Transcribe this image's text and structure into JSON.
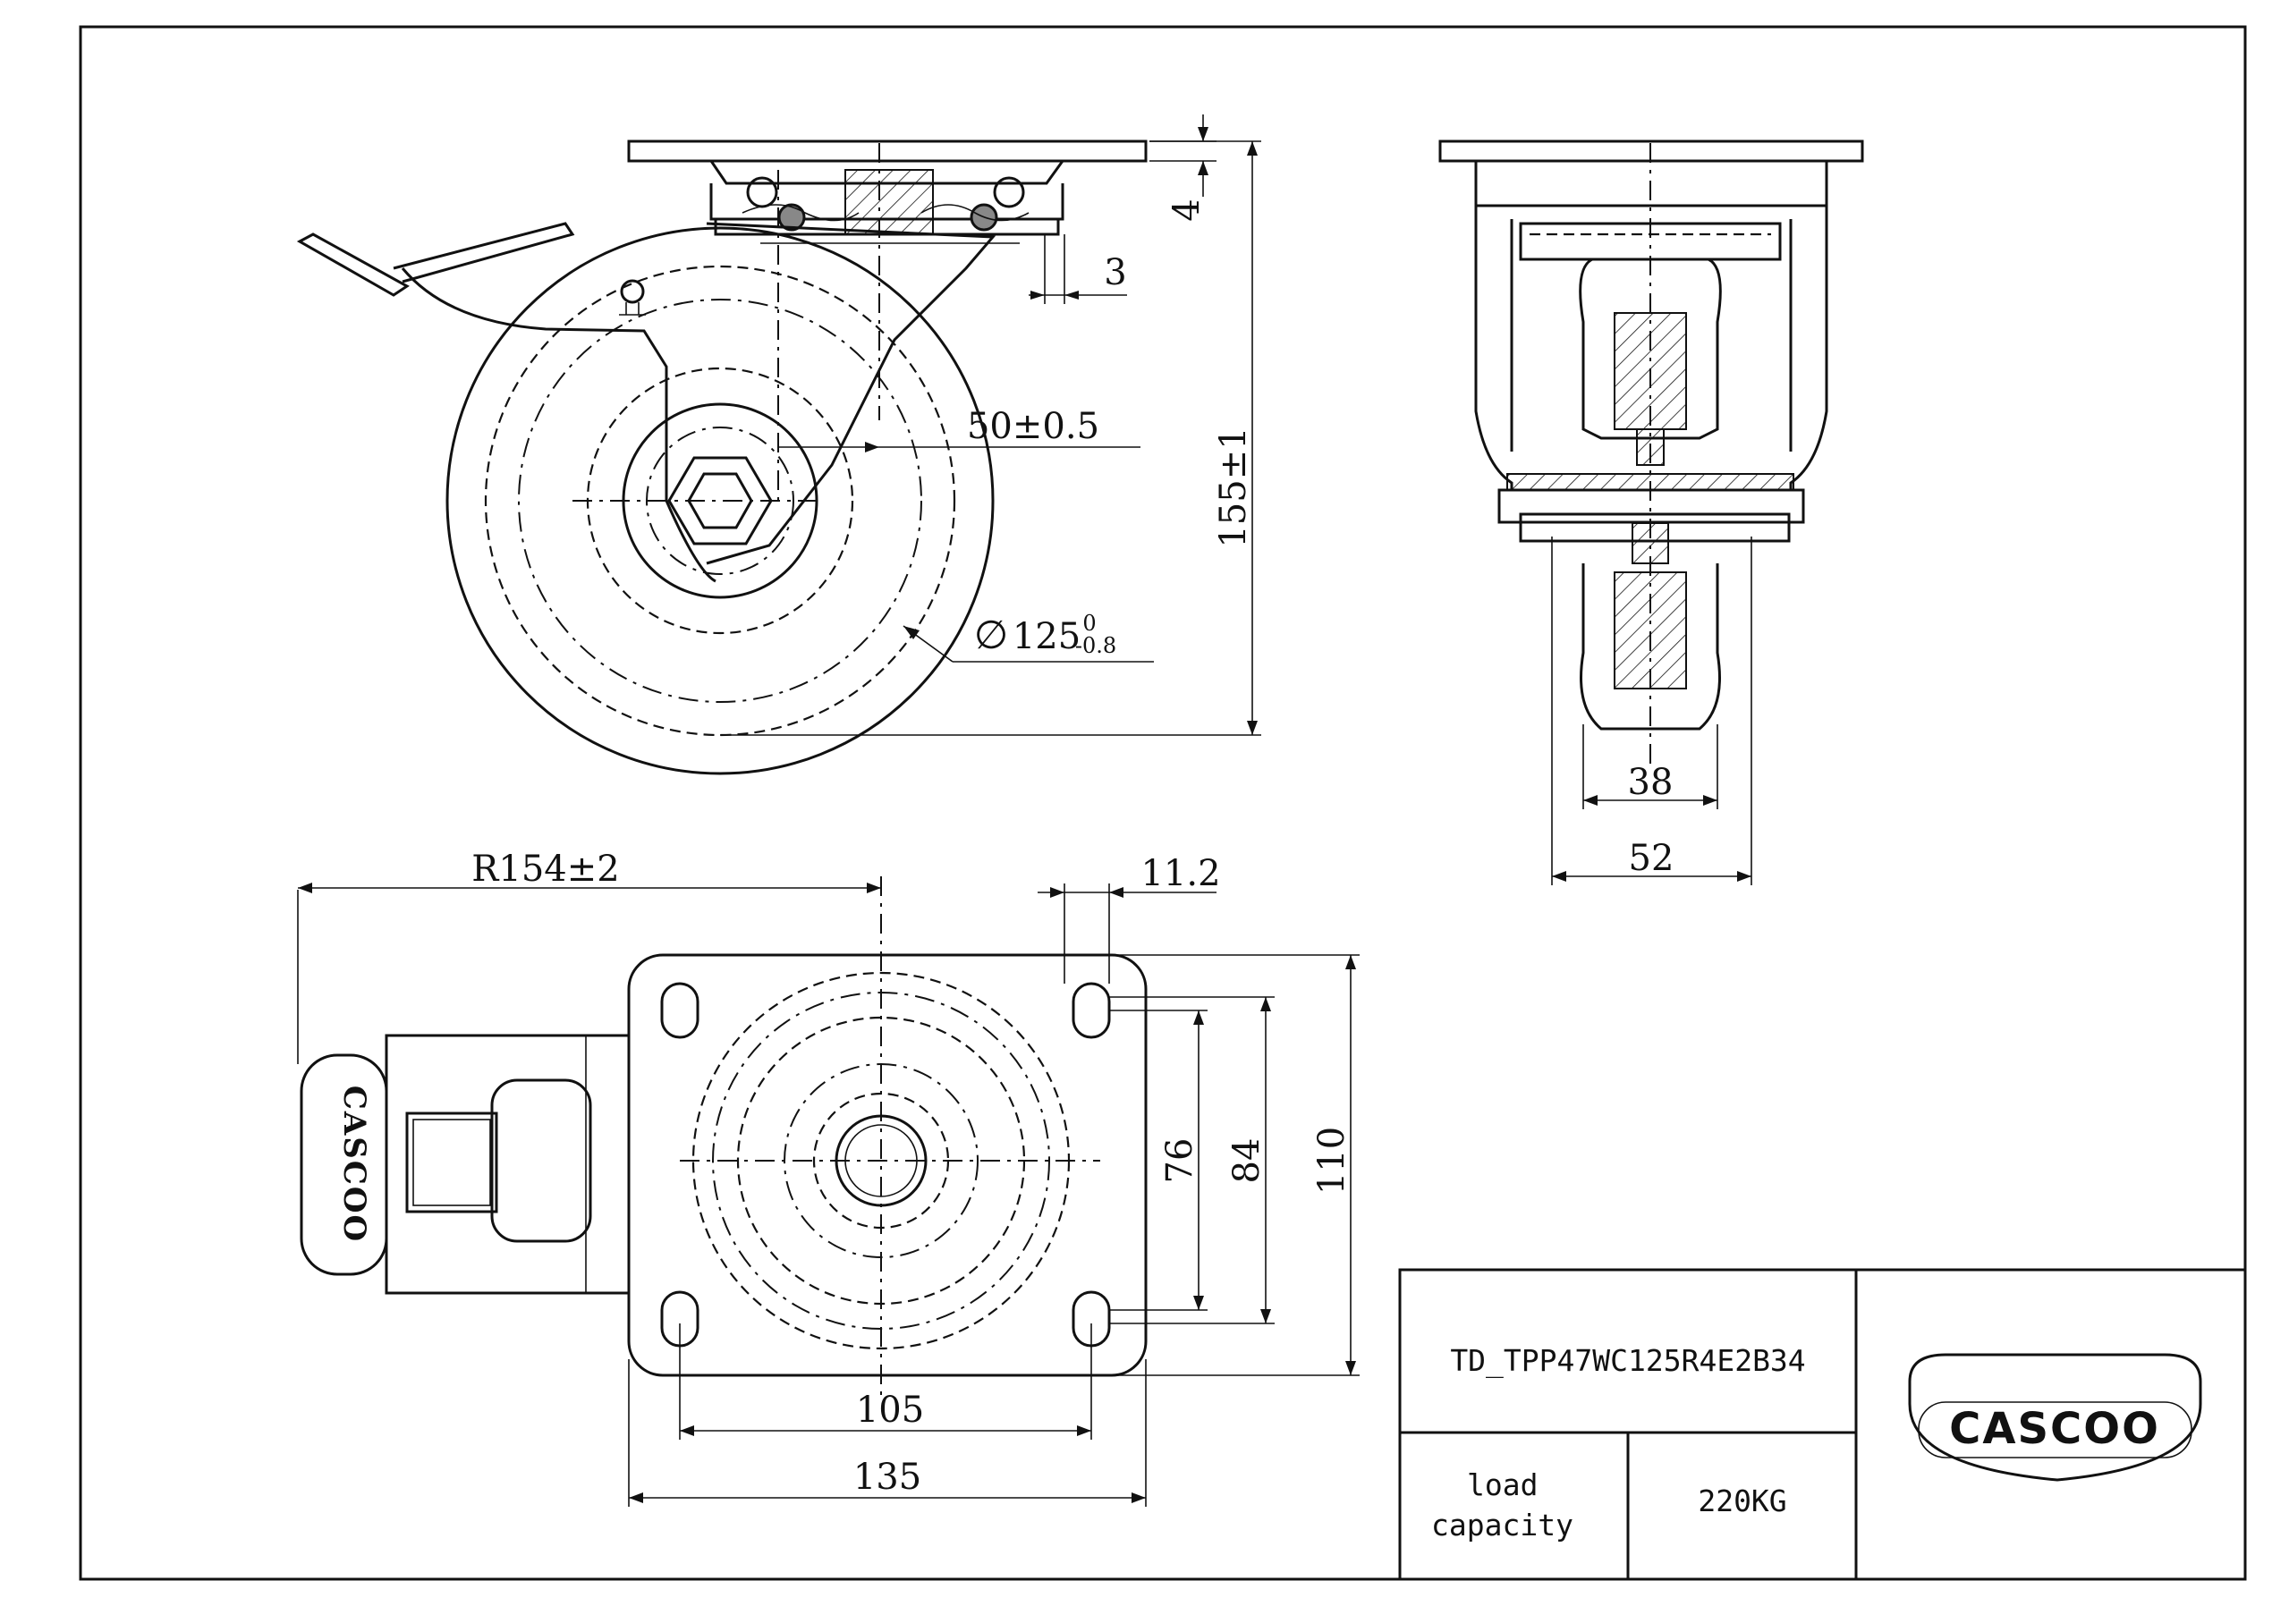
{
  "drawing": {
    "dimensions": {
      "plate_thickness": "4",
      "swivel_offset": "3",
      "offset": "50±0.5",
      "height": "155±1",
      "wheel_diameter_symbol": "∅",
      "wheel_diameter": "125",
      "wheel_tol_upper": "0",
      "wheel_tol_lower": "-0.8",
      "hub_length": "38",
      "tread_width": "52",
      "swivel_radius": "R154±2",
      "slot_width": "11.2",
      "hole_spacing_short": "76",
      "hole_spacing_mid": "84",
      "plate_width": "110",
      "hole_spacing_long": "105",
      "plate_length": "135"
    },
    "brake_logo_text": "CASCOO"
  },
  "title_block": {
    "part_number": "TD_TPP47WC125R4E2B34",
    "load_label_line1": "load",
    "load_label_line2": "capacity",
    "load_value": "220KG",
    "logo_text": "CASCOO"
  }
}
